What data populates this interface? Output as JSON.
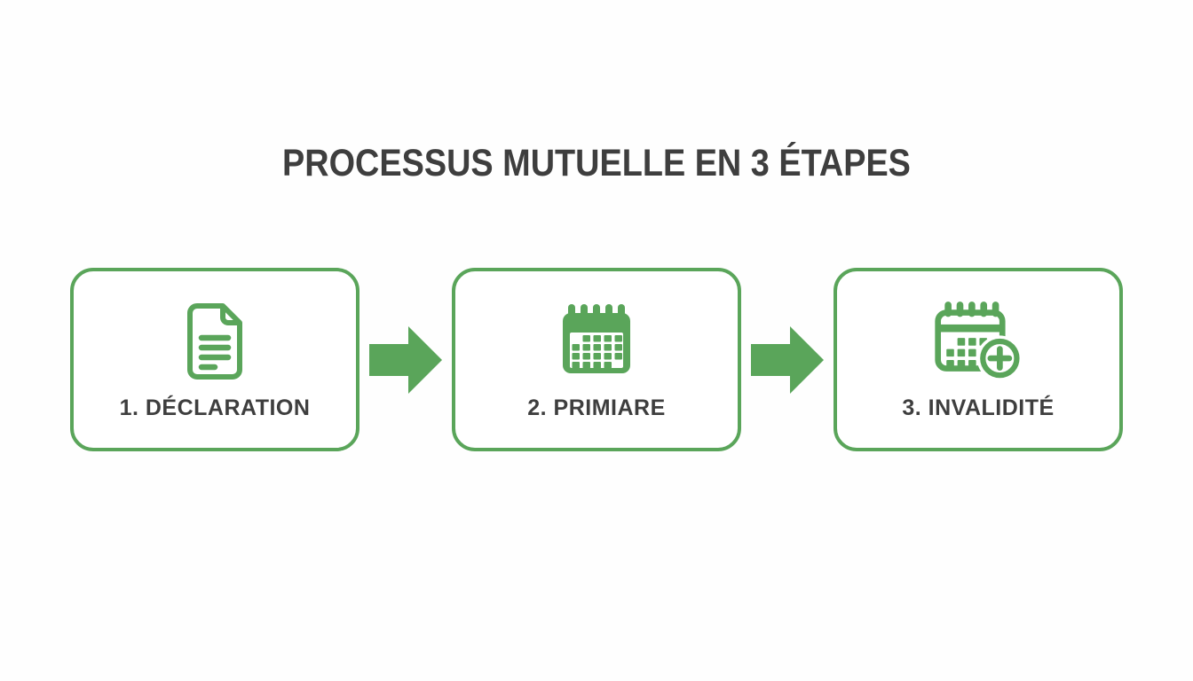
{
  "title": "PROCESSUS MUTUELLE EN 3 ÉTAPES",
  "colors": {
    "green": "#5AA55A",
    "text": "#3E3E3E",
    "background": "#FEFEFE"
  },
  "steps": [
    {
      "label": "1. DÉCLARATION",
      "icon": "document-icon"
    },
    {
      "label": "2. PRIMIARE",
      "icon": "calendar-icon"
    },
    {
      "label": "3. INVALIDITÉ",
      "icon": "calendar-add-icon"
    }
  ],
  "connectors": [
    {
      "icon": "arrow-right-icon"
    },
    {
      "icon": "arrow-right-icon"
    }
  ]
}
